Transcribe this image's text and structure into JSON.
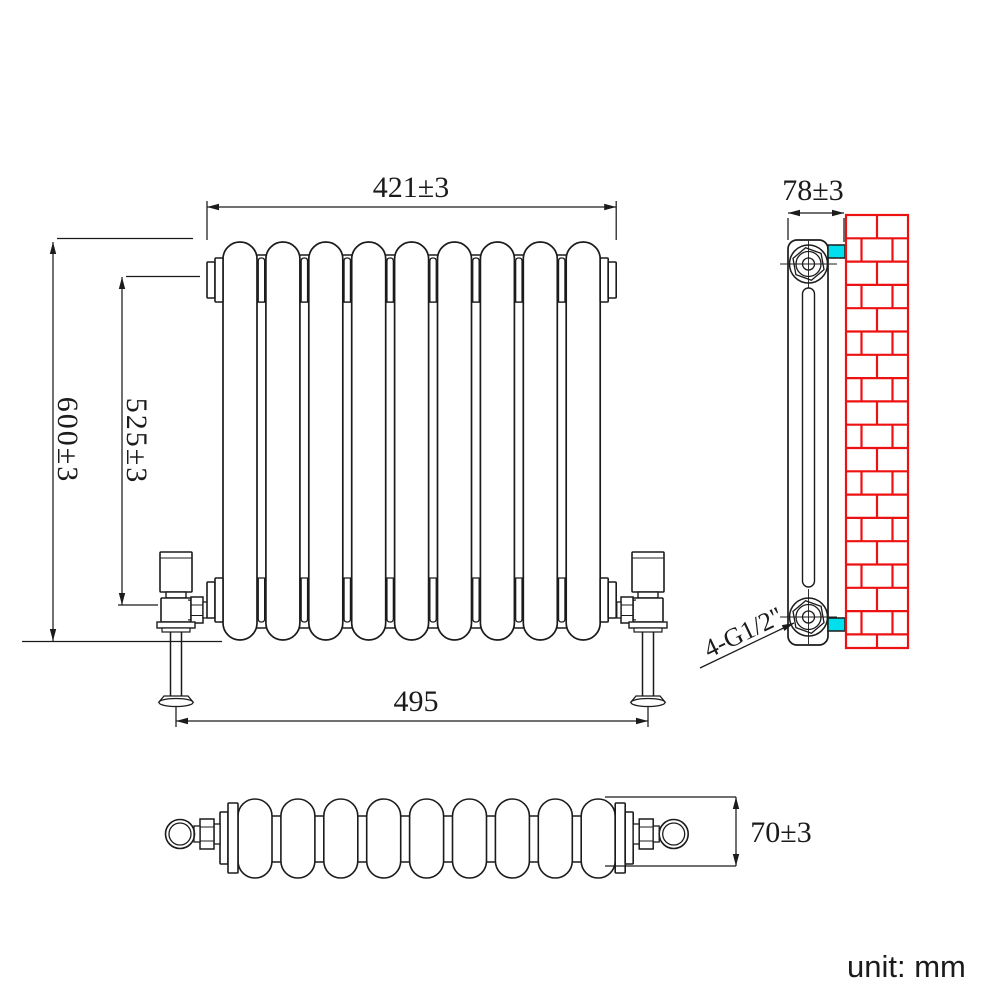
{
  "drawing": {
    "unit_label": "unit: mm",
    "front_view": {
      "overall_width": "421±3",
      "overall_height": "600±3",
      "tapping_height": "525±3",
      "pipe_centres": "495",
      "column_count": 9
    },
    "side_view": {
      "depth": "78±3",
      "thread_note": "4-G1/2\""
    },
    "top_view": {
      "depth": "70±3",
      "section_count": 9
    },
    "colors": {
      "ink": "#1b1b1b",
      "brick_red": "#ee1111",
      "bracket_cyan": "#00dfee"
    }
  }
}
